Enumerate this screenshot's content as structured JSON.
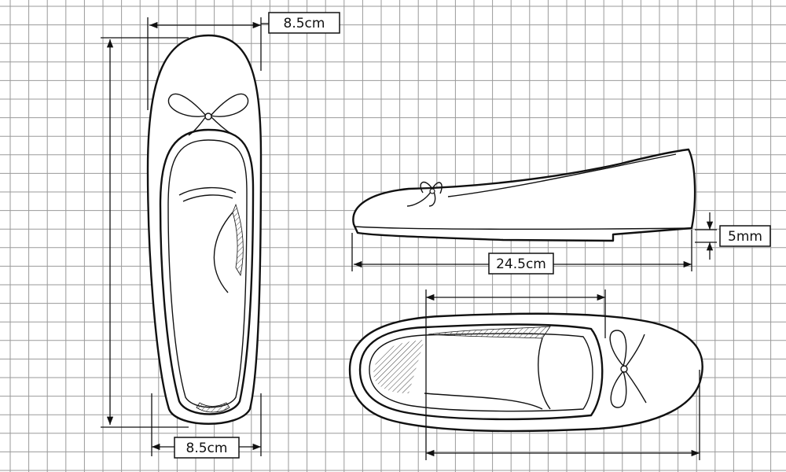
{
  "labels": {
    "top_view_width": "8.5cm",
    "top_view_bottom_width": "8.5cm",
    "side_view_length": "24.5cm",
    "heel_height": "5mm"
  },
  "colors": {
    "line": "#111111",
    "grid": "#9a9a9a",
    "background": "#ffffff"
  }
}
